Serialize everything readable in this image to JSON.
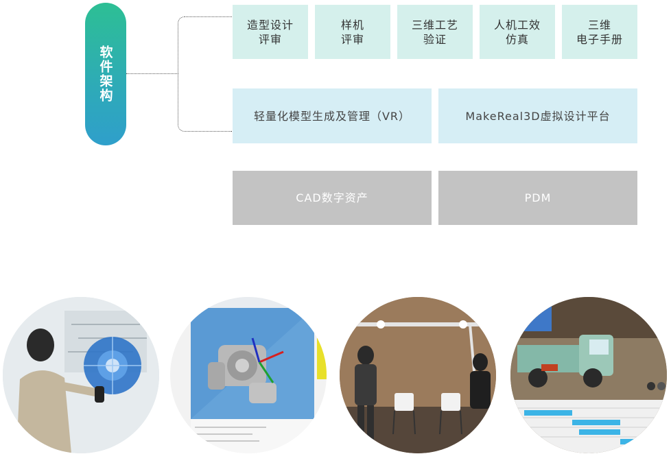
{
  "architecture": {
    "label": "软件架构",
    "applications": [
      {
        "line1": "造型设计",
        "line2": "评审"
      },
      {
        "line1": "样机",
        "line2": "评审"
      },
      {
        "line1": "三维工艺",
        "line2": "验证"
      },
      {
        "line1": "人机工效",
        "line2": "仿真"
      },
      {
        "line1": "三维",
        "line2": "电子手册"
      }
    ],
    "platforms": [
      {
        "label": "轻量化模型生成及管理（VR）"
      },
      {
        "label": "MakeReal3D虚拟设计平台"
      }
    ],
    "data_layer": [
      {
        "label": "CAD数字资产"
      },
      {
        "label": "PDM"
      }
    ]
  },
  "photos": [
    {
      "icon": "vr-wall-interaction-photo"
    },
    {
      "icon": "engine-model-software-photo"
    },
    {
      "icon": "vr-headset-users-photo"
    },
    {
      "icon": "truck-simulation-photo"
    }
  ]
}
